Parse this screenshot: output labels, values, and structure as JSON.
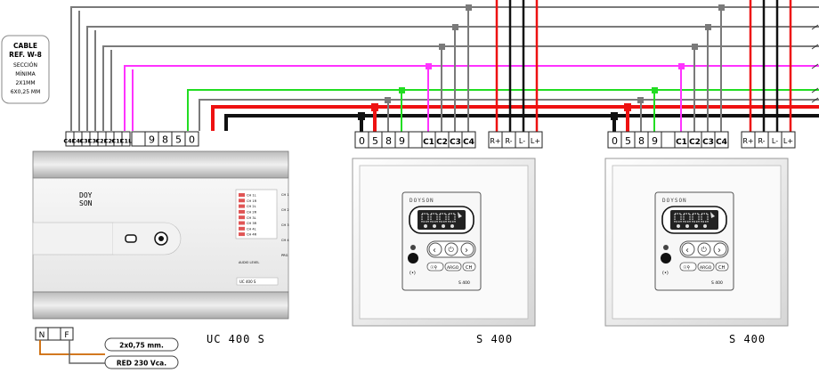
{
  "cable_box": {
    "title1": "CABLE",
    "title2": "REF. W-8",
    "line3": "SECCIÓN",
    "line4": "MÍNIMA",
    "line5": "2X1MM",
    "line6": "6X0,25 MM"
  },
  "uc_terminals": [
    "C4R",
    "C4L",
    "C3R",
    "C3L",
    "C2R",
    "C2L",
    "C1R",
    "C1L",
    "",
    "9",
    "8",
    "5",
    "0"
  ],
  "s_terminals_left": [
    "0",
    "5",
    "8",
    "9",
    "",
    "C1",
    "C2",
    "C3",
    "C4"
  ],
  "s_terminals_right": [
    "R+",
    "R-",
    "L-",
    "L+"
  ],
  "uc_module": {
    "brand_line1": "DOY",
    "brand_line2": "SON",
    "channels": [
      "CH 1L",
      "CH 1R",
      "CH 2L",
      "CH 2R",
      "CH 3L",
      "CH 3R",
      "CH 4L",
      "CH 4R"
    ],
    "side_labels": [
      "CH 1",
      "CH 2",
      "CH 3",
      "CH 4",
      "PRG"
    ],
    "audio_label": "AUDIO LEVEL",
    "model_plate": "UC 400 S",
    "caption": "UC 400 S"
  },
  "s400": [
    {
      "brand": "DOYSON",
      "model": "S 400",
      "caption": "S 400",
      "btn1": "☉⚲",
      "btn2": "ARGO",
      "btn3": "CH"
    },
    {
      "brand": "DOYSON",
      "model": "S 400",
      "caption": "S 400",
      "btn1": "☉⚲",
      "btn2": "ARGO",
      "btn3": "CH"
    }
  ],
  "power": {
    "terminals": [
      "N",
      "",
      "F"
    ],
    "label1": "2x0,75 mm.",
    "label2": "RED 230 Vca."
  },
  "colors": {
    "grey_wire": "#7a7a7a",
    "magenta_wire": "#ff33ff",
    "green_wire": "#22dd22",
    "red_wire": "#ee1111",
    "black_wire": "#111111",
    "orange_wire": "#cc6600"
  }
}
